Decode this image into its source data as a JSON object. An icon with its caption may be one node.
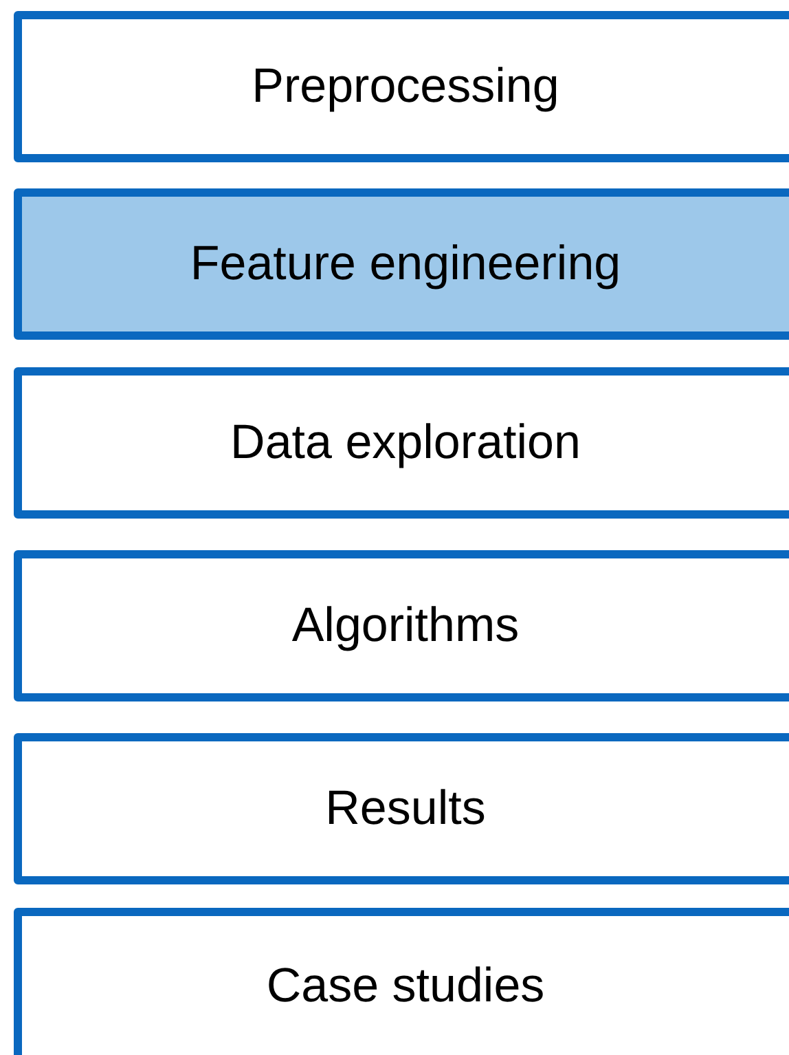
{
  "diagram": {
    "nodes": [
      {
        "text": [
          "Preprocessing"
        ]
      },
      {
        "text": [
          "Feature engineering"
        ]
      },
      {
        "text": [
          "Data exploration"
        ]
      },
      {
        "text": [
          "Algorithms"
        ]
      },
      {
        "text": [
          "Results"
        ]
      },
      {
        "text": [
          "Case studies"
        ]
      }
    ]
  }
}
